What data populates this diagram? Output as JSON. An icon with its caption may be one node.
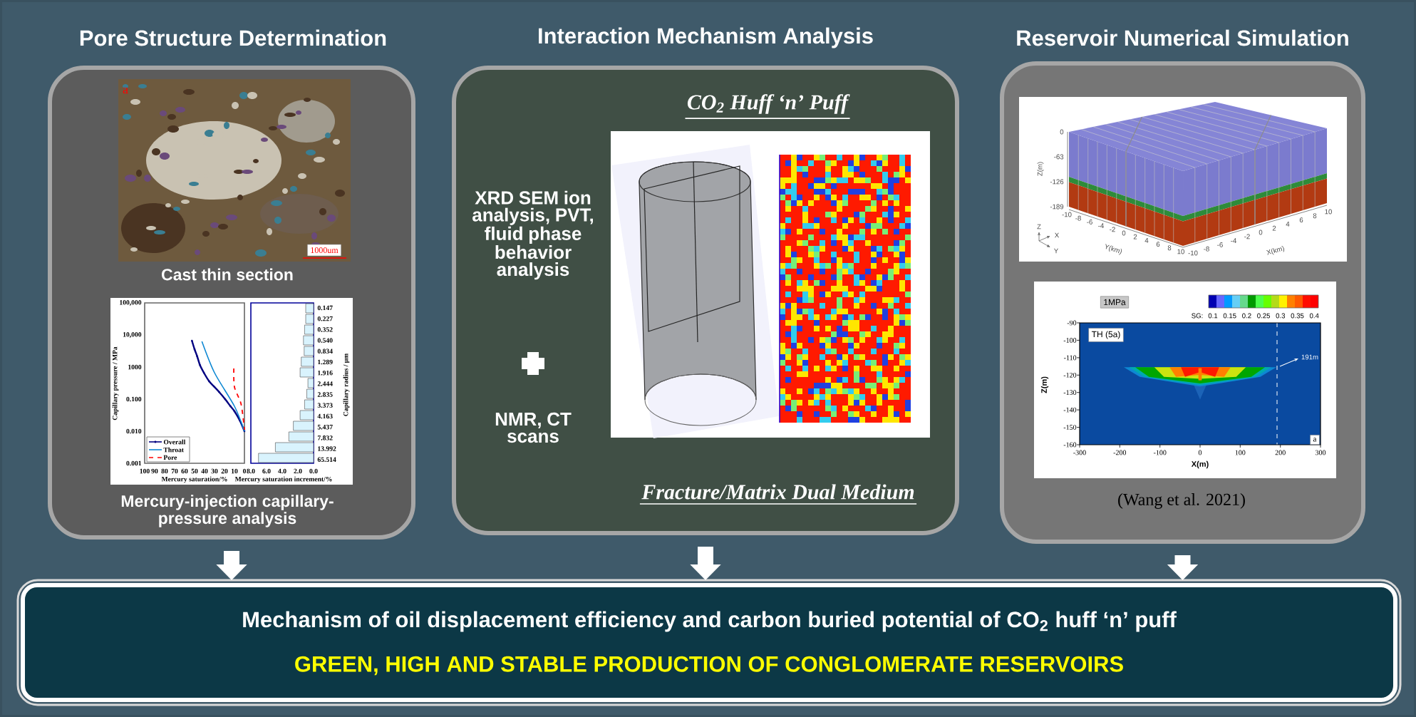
{
  "diagram": {
    "nodes": [
      {
        "text": [
          "Pore Structure Determination"
        ]
      },
      {
        "text": [],
        "shape": "picture",
        "in": 0,
        "beside": [
          "Cast thin section"
        ]
      },
      {
        "text": [],
        "shape": "picture",
        "in": 0,
        "beside": [
          "Mercury-injection capillary-pressure analysis"
        ]
      },
      {
        "text": [
          "Interaction Mechanism Analysis",
          "CO$_{2}$ Huff ‘n’ Puff",
          "XRD SEM ion analysis, PVT, fluid phase behavior analysis",
          "NMR, CT scans",
          "Fracture/Matrix Dual Medium"
        ]
      },
      {
        "text": [],
        "shape": "picture",
        "in": 3
      },
      {
        "text": [
          "Reservoir Numerical Simulation"
        ]
      },
      {
        "text": [],
        "shape": "picture",
        "in": 5
      },
      {
        "text": [],
        "shape": "picture",
        "in": 5,
        "beside": [
          "(Wang et al. 2021)"
        ]
      },
      {
        "text": [
          "Mechanism of oil displacement efficiency and carbon buried potential of CO$_{2}$ huff ‘n’ puff",
          "GREEN, HIGH AND STABLE PRODUCTION OF CONGLOMERATE RESERVOIRS"
        ]
      }
    ],
    "edges": [
      {
        "from": 0,
        "to": 8,
        "arrow": "to"
      },
      {
        "from": 3,
        "to": 8,
        "arrow": "to"
      },
      {
        "from": 5,
        "to": 8,
        "arrow": "to"
      }
    ],
    "labels": [
      "a",
      "1000um",
      "100,000",
      "10,000",
      "1000",
      "0.100",
      "0.010",
      "0.001",
      "100",
      "90",
      "80",
      "70",
      "60",
      "50",
      "40",
      "30",
      "20",
      "10",
      "0",
      "Capillary pressure / MPa",
      "Mercury saturation/%",
      "0.147",
      "0.227",
      "0.352",
      "0.540",
      "0.834",
      "1.289",
      "1.916",
      "2.444",
      "2.835",
      "3.373",
      "4.163",
      "5.437",
      "7.832",
      "13.992",
      "65.514",
      "Capillary radius / μm",
      "8.0",
      "6.0",
      "4.0",
      "2.0",
      "0.0",
      "Mercury saturation increment/%",
      "0",
      "-63",
      "-126",
      "-189",
      "Z(m)",
      "-10",
      "-8",
      "-6",
      "-4",
      "-2",
      "0",
      "2",
      "4",
      "6",
      "8",
      "10",
      "Y(km)",
      "-10",
      "-8",
      "-6",
      "-4",
      "-2",
      "0",
      "2",
      "4",
      "6",
      "8",
      "10",
      "X(km)",
      "Z",
      "X",
      "Y",
      "1MPa",
      "SG:",
      "0.1",
      "0.15",
      "0.2",
      "0.25",
      "0.3",
      "0.35",
      "0.4",
      "TH (5a)",
      "-90",
      "-100",
      "-110",
      "-120",
      "-130",
      "-140",
      "-150",
      "-160",
      "Z(m)",
      "-300",
      "-200",
      "-100",
      "0",
      "100",
      "200",
      "300",
      "X(m)",
      "191m",
      "a"
    ],
    "legend": [
      {
        "text": "Overall"
      },
      {
        "text": "Throat"
      },
      {
        "text": "Pore"
      }
    ]
  }
}
